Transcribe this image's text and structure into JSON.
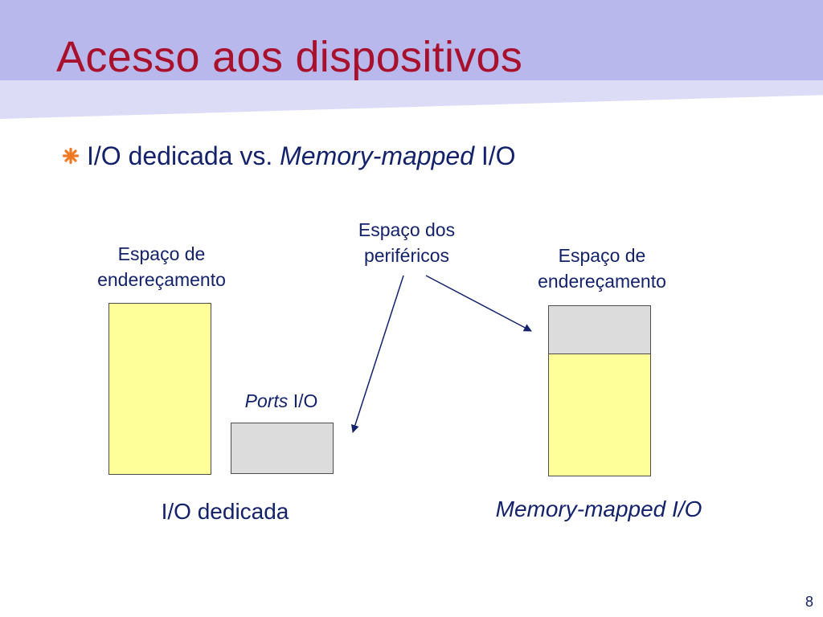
{
  "slide": {
    "title": "Acesso aos dispositivos",
    "page_number": "8",
    "accent_color": "#a8102c",
    "text_color": "#13226a"
  },
  "bullet": {
    "icon": "orange-asterisk-bullet-icon",
    "text_plain": "I/O dedicada vs. ",
    "text_italic": "Memory-mapped",
    "text_suffix": " I/O"
  },
  "diagram": {
    "peripheral_space_label_line1": "Espaço dos",
    "peripheral_space_label_line2": "periféricos",
    "left": {
      "address_space_line1": "Espaço de",
      "address_space_line2": "endereçamento",
      "ports_italic": "Ports",
      "ports_suffix": " I/O",
      "caption": "I/O dedicada"
    },
    "right": {
      "address_space_line1": "Espaço de",
      "address_space_line2": "endereçamento",
      "caption": "Memory-mapped I/O"
    },
    "colors": {
      "memory_fill": "#ffff99",
      "io_fill": "#dcdcdc",
      "border": "#4d4d4d"
    }
  }
}
